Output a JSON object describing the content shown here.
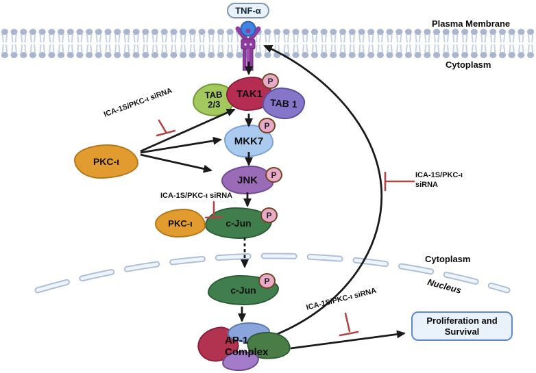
{
  "ligand": {
    "label": "TNF-α"
  },
  "membrane_labels": {
    "plasma_membrane": "Plasma Membrane",
    "cytoplasm": "Cytoplasm"
  },
  "nuclear_labels": {
    "cytoplasm": "Cytoplasm",
    "nucleus": "Nucleus"
  },
  "nodes": {
    "tab23": "TAB 2/3",
    "tak1": "TAK1",
    "tab1": "TAB 1",
    "mkk7": "MKK7",
    "jnk": "JNK",
    "cjun_cytoplasm": "c-Jun",
    "cjun_nucleus": "c-Jun",
    "pkc_upper": "PKC-ι",
    "pkc_lower": "PKC-ι",
    "ap1": "AP-1 Complex"
  },
  "phosphate_label": "P",
  "inhibitor_labels": {
    "pkc_tak1": "ICA-1S/PKC-ι siRNA",
    "pkc_cjun": "ICA-1S/PKC-ι siRNA",
    "feedback": "ICA-1S/PKC-ι siRNA",
    "survival": "ICA-1S/PKC-ι siRNA"
  },
  "outcome": {
    "label": "Proliferation and Survival"
  },
  "colors": {
    "tak1": "#b52d52",
    "tab23": "#a3c95e",
    "tab1": "#8576ca",
    "mkk7": "#aacaf0",
    "jnk": "#9a6cb8",
    "cjun": "#417e4e",
    "pkc": "#e29b2f",
    "ap1_red": "#b23350",
    "ap1_blue": "#8aa4dc",
    "ap1_green": "#4a7d46",
    "ap1_purple": "#a27cc8",
    "phosphate": "#e9abc8",
    "inhibitor_red": "#b04545",
    "membrane_blue": "#a9b6cf",
    "receptor_purple": "#8e3d9e",
    "outcome_fill": "#e9f1fb",
    "outcome_border": "#5d88cf"
  }
}
